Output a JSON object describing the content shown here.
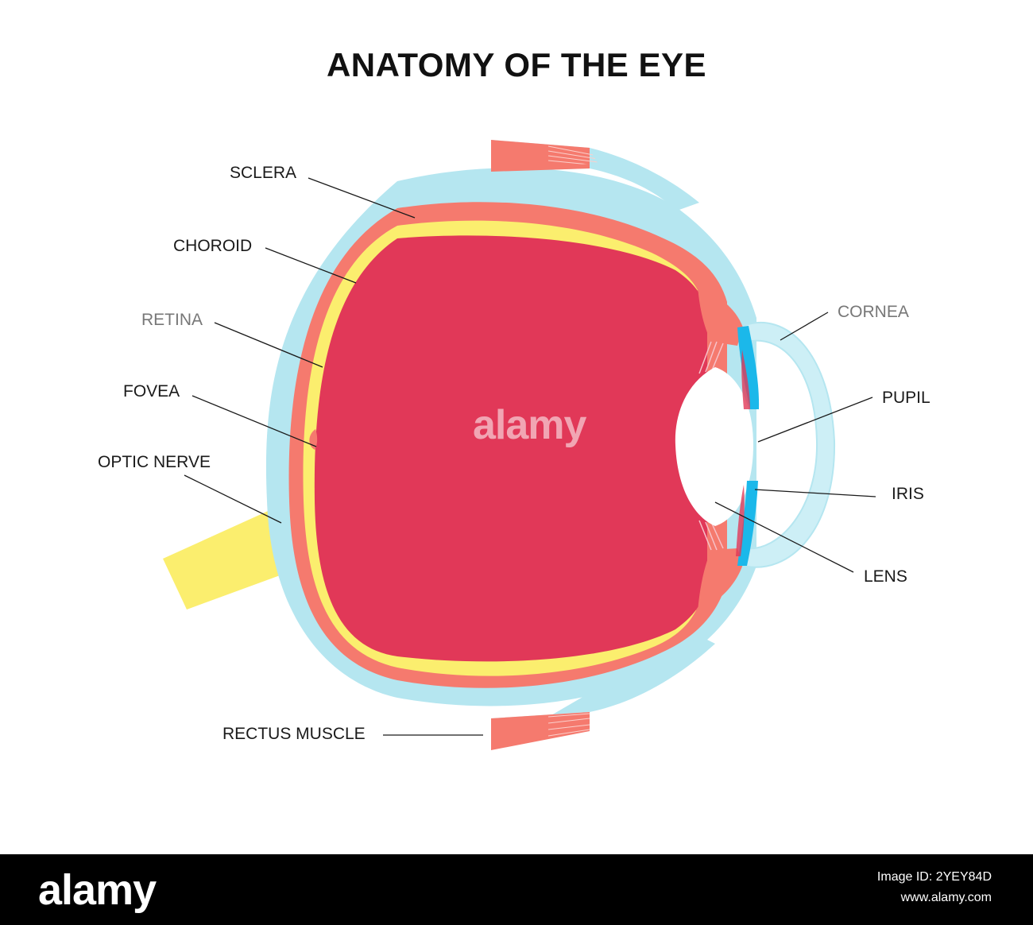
{
  "title": "ANATOMY OF THE EYE",
  "labels": {
    "sclera": "SCLERA",
    "choroid": "CHOROID",
    "retina": "RETINA",
    "fovea": "FOVEA",
    "optic_nerve": "OPTIC NERVE",
    "rectus_muscle": "RECTUS MUSCLE",
    "cornea": "CORNEA",
    "pupil": "PUPIL",
    "iris": "IRIS",
    "lens": "LENS"
  },
  "watermark": "alamy",
  "footer": {
    "logo": "alamy",
    "image_id": "Image ID: 2YEY84D",
    "site": "www.alamy.com"
  },
  "colors": {
    "sclera": "#b5e6f0",
    "choroid": "#f57a6e",
    "retina": "#fbee6e",
    "vitreous": "#e13858",
    "iris": "#1bb8ea",
    "lens": "#ffffff",
    "optic_nerve": "#fbee6e"
  }
}
